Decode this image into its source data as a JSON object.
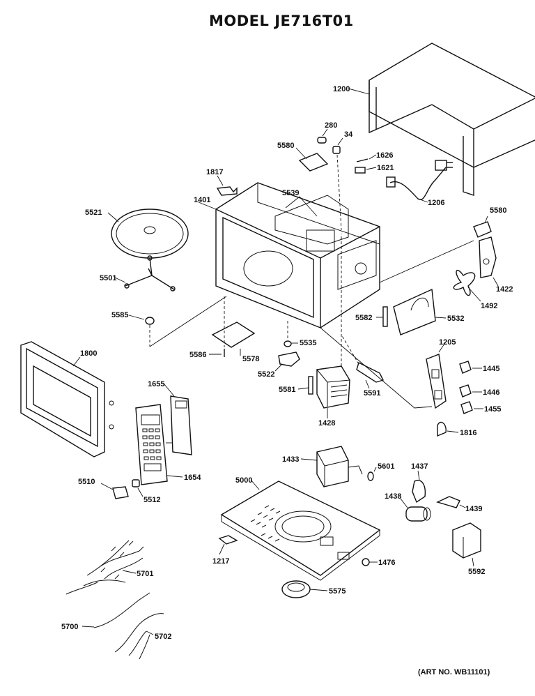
{
  "title": "MODEL JE716T01",
  "art_number": "(ART NO. WB11101)",
  "parts": {
    "p1200": "1200",
    "p280": "280",
    "p34": "34",
    "p5580a": "5580",
    "p1626": "1626",
    "p1621": "1621",
    "p1817": "1817",
    "p5539": "5539",
    "p1401": "1401",
    "p1206": "1206",
    "p5521": "5521",
    "p5580b": "5580",
    "p1422": "1422",
    "p1492": "1492",
    "p5501": "5501",
    "p5582": "5582",
    "p5532": "5532",
    "p5585": "5585",
    "p5535": "5535",
    "p5586": "5586",
    "p5578": "5578",
    "p5522": "5522",
    "p1205": "1205",
    "p1445": "1445",
    "p1800": "1800",
    "p1655": "1655",
    "p5581": "5581",
    "p5591": "5591",
    "p1446": "1446",
    "p1455": "1455",
    "p1428": "1428",
    "p1816": "1816",
    "p1654": "1654",
    "p1433": "1433",
    "p5601": "5601",
    "p1437": "1437",
    "p5510": "5510",
    "p5512": "5512",
    "p5000": "5000",
    "p1438": "1438",
    "p1439": "1439",
    "p1476": "1476",
    "p1217": "1217",
    "p5592": "5592",
    "p5701": "5701",
    "p5575": "5575",
    "p5700": "5700",
    "p5702": "5702"
  }
}
